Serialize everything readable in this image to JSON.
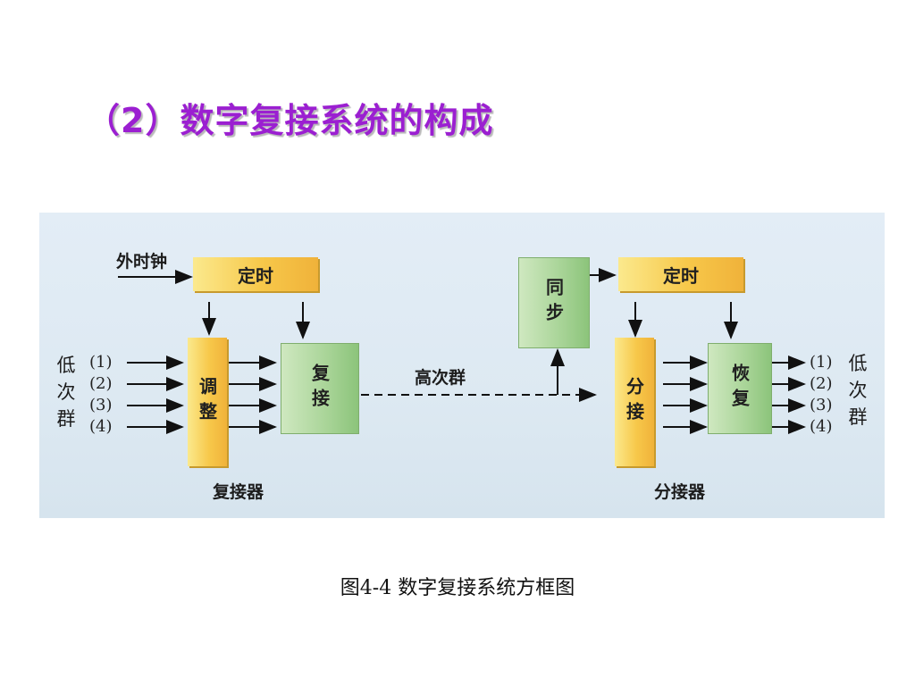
{
  "title": "（2）数字复接系统的构成",
  "caption": "图4-4  数字复接系统方框图",
  "diagram": {
    "ext_clock": "外时钟",
    "timing_left": "定时",
    "timing_right": "定时",
    "adjust": "调整",
    "mux_box": "复接",
    "sync": "同步",
    "high_group": "高次群",
    "split": "分接",
    "restore": "恢复",
    "multiplexer": "复接器",
    "demultiplexer": "分接器",
    "low_group_left": [
      "低",
      "次",
      "群"
    ],
    "low_group_right": [
      "低",
      "次",
      "群"
    ],
    "channels": [
      "(1)",
      "(2)",
      "(3)",
      "(4)"
    ]
  },
  "colors": {
    "title": "#9b1fd1",
    "yellow_box": "#f7c84a",
    "green_box": "#a8d497",
    "diagram_bg": "#dde9f2"
  }
}
